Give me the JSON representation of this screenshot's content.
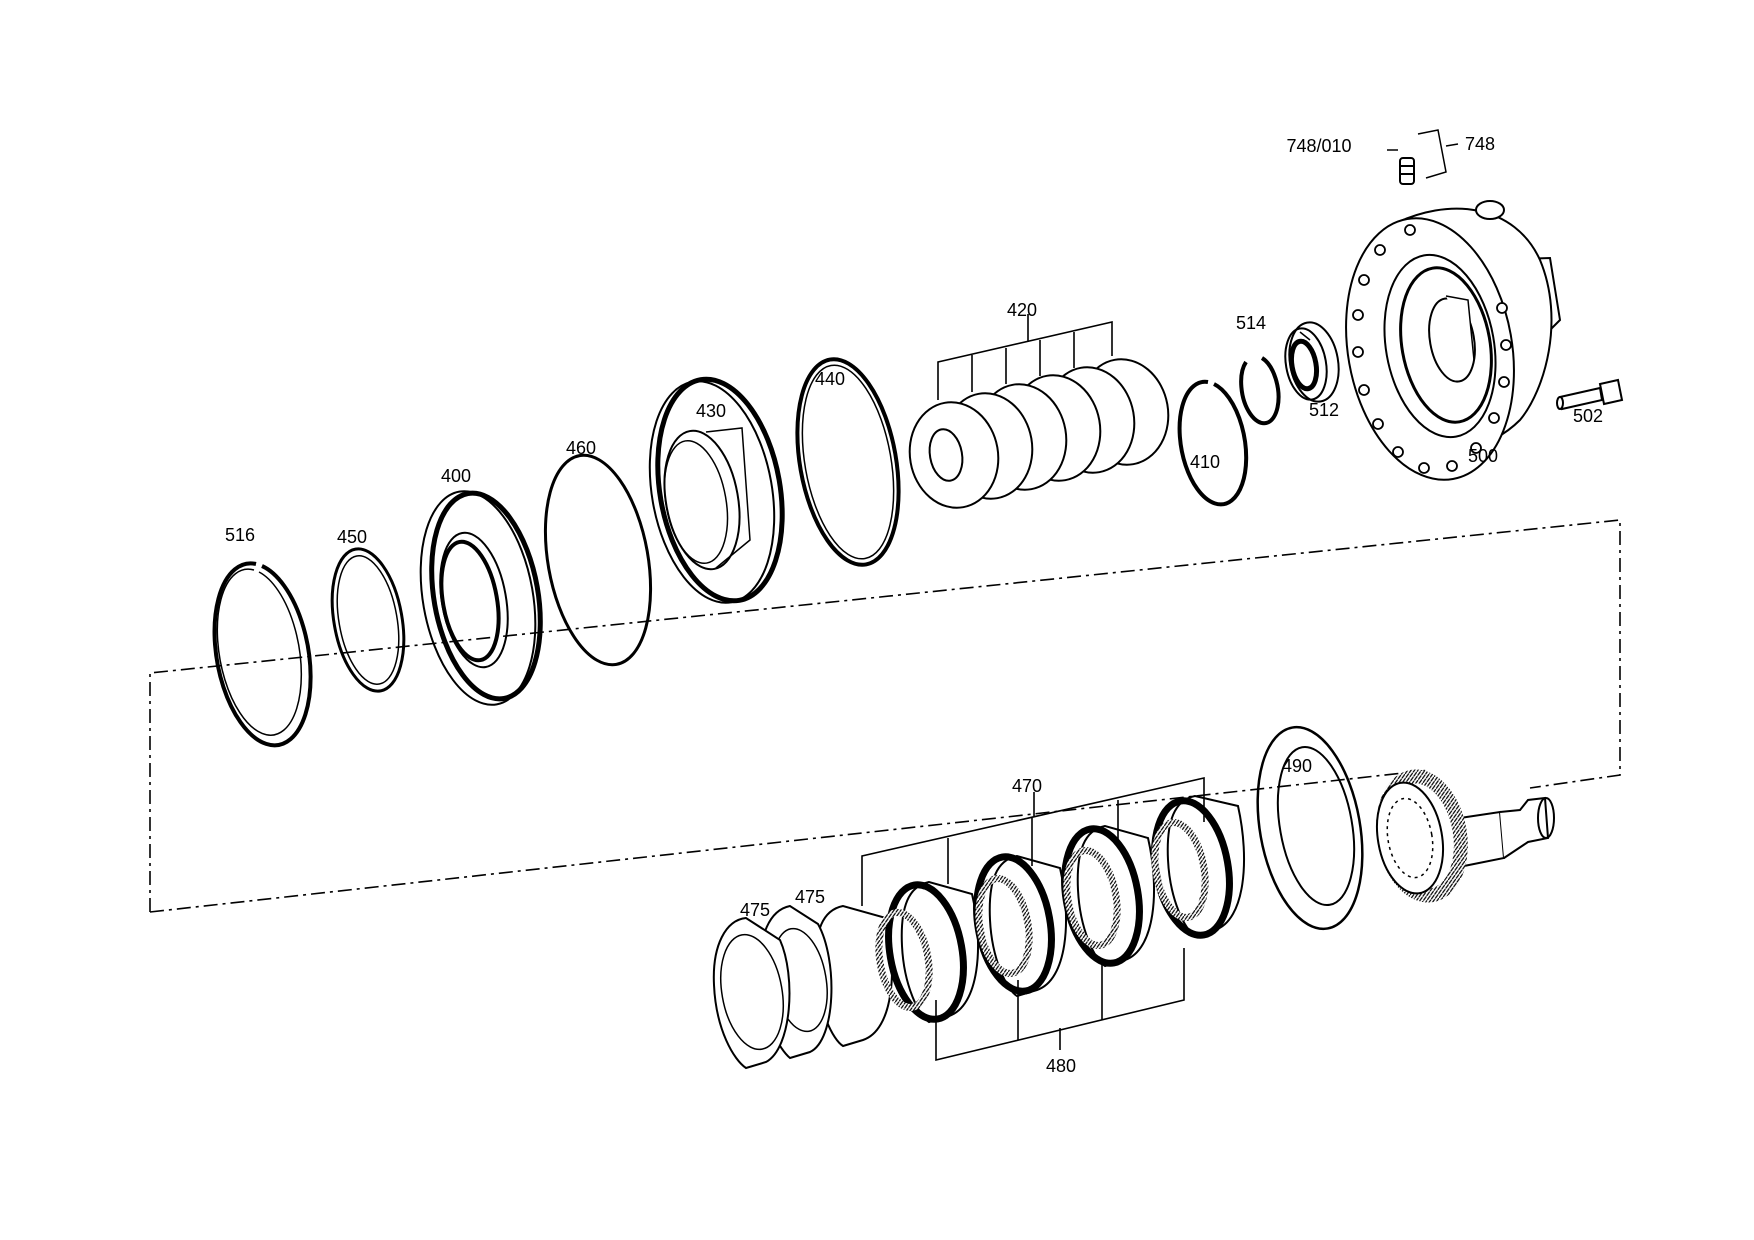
{
  "diagram": {
    "labels": {
      "p748_010": "748/010",
      "p748": "748",
      "p420": "420",
      "p514": "514",
      "p512": "512",
      "p502": "502",
      "p500": "500",
      "p410": "410",
      "p440": "440",
      "p430": "430",
      "p460": "460",
      "p400": "400",
      "p450": "450",
      "p516": "516",
      "p470": "470",
      "p490": "490",
      "p475a": "475",
      "p475b": "475",
      "p480": "480"
    }
  }
}
